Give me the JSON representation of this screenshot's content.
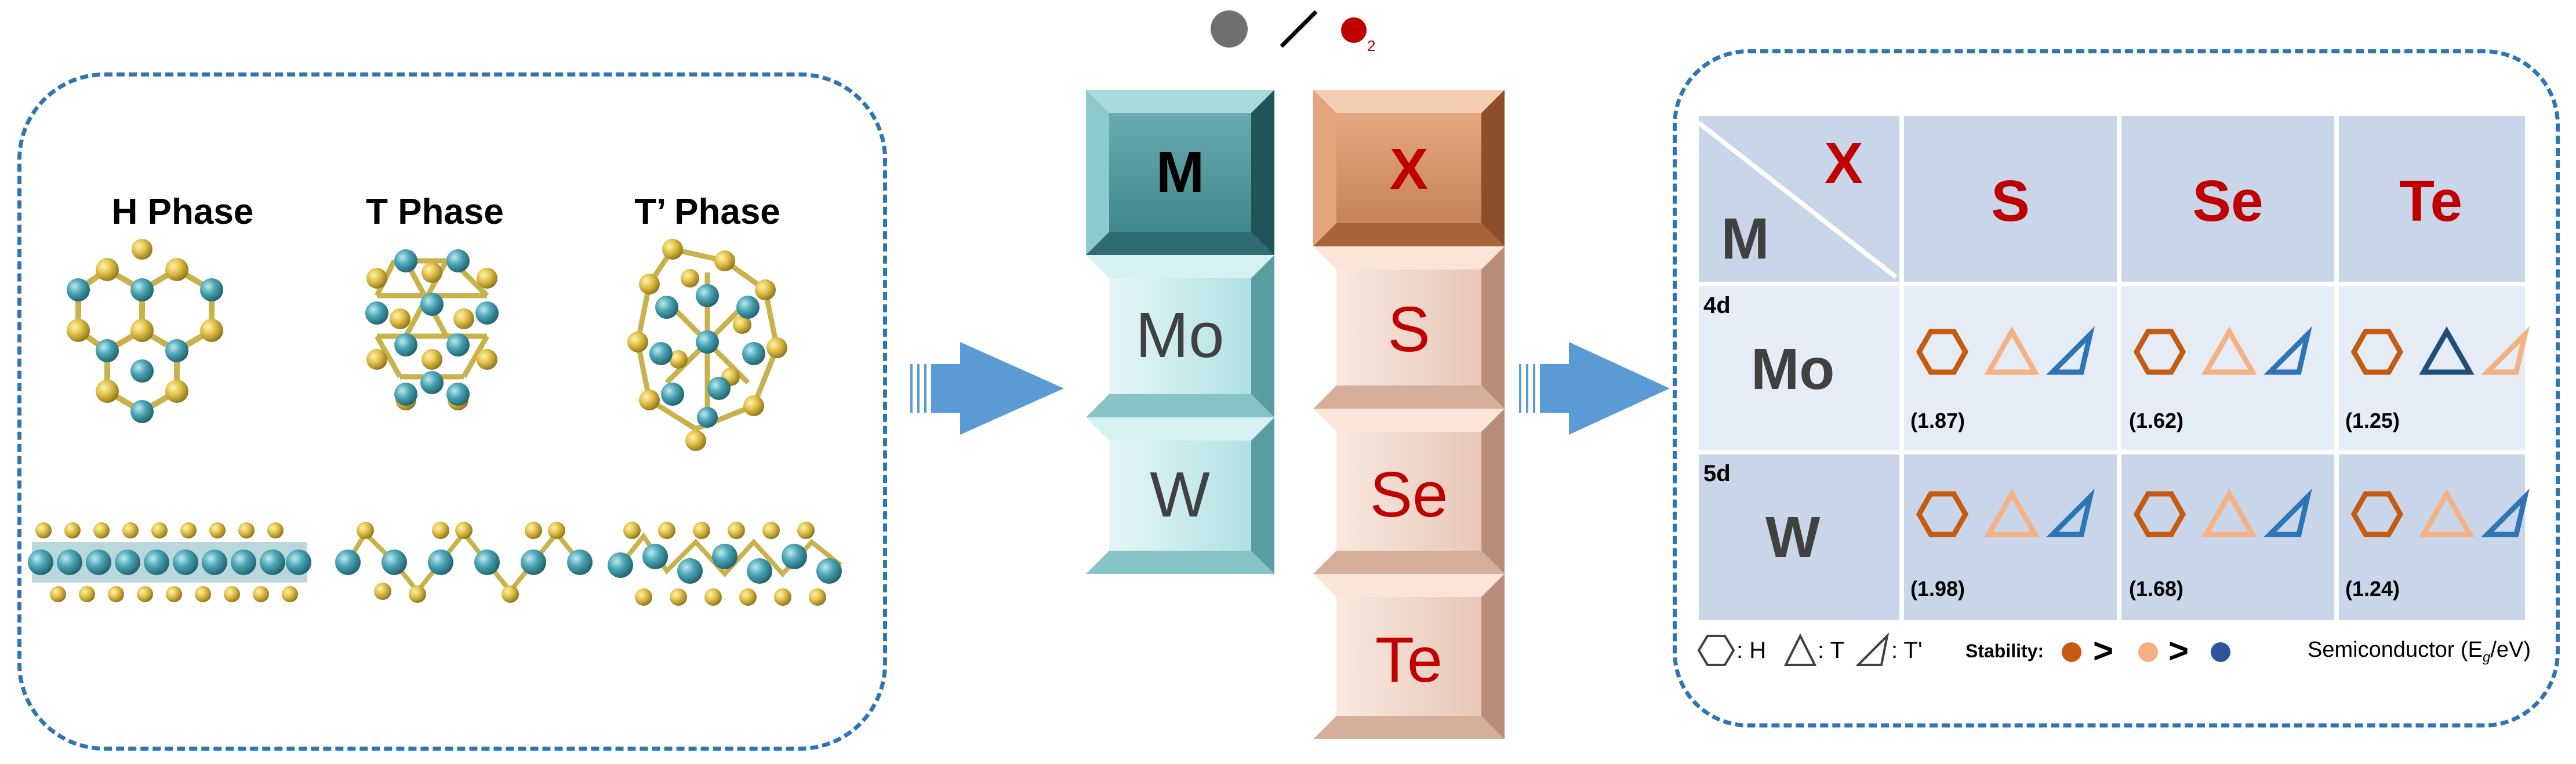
{
  "panel_left": {
    "phases": [
      "H Phase",
      "T Phase",
      "T’ Phase"
    ]
  },
  "middle": {
    "top_legend": {
      "separator": "/",
      "subscript": "2"
    },
    "m_column": {
      "header": "M",
      "items": [
        "Mo",
        "W"
      ]
    },
    "x_column": {
      "header": "X",
      "items": [
        "S",
        "Se",
        "Te"
      ]
    }
  },
  "table": {
    "corner": {
      "x": "X",
      "m": "M"
    },
    "columns": [
      "S",
      "Se",
      "Te"
    ],
    "rows": [
      {
        "period": "4d",
        "metal": "Mo",
        "gaps": [
          "(1.87)",
          "(1.62)",
          "(1.25)"
        ]
      },
      {
        "period": "5d",
        "metal": "W",
        "gaps": [
          "(1.98)",
          "(1.68)",
          "(1.24)"
        ]
      }
    ],
    "legend": {
      "h": ": H",
      "t": ": T",
      "tp": ": T'",
      "stability": "Stability:",
      "semiconductor": "Semiconductor (E",
      "semiconductor_sub": "g",
      "semiconductor_unit": "/eV)"
    }
  },
  "colors": {
    "dash": "#2e75b6",
    "arrow": "#5b9bd5",
    "orange": "#c55a11",
    "light_orange": "#f4b183",
    "dark_blue": "#1f4e79",
    "red": "#c00000"
  }
}
